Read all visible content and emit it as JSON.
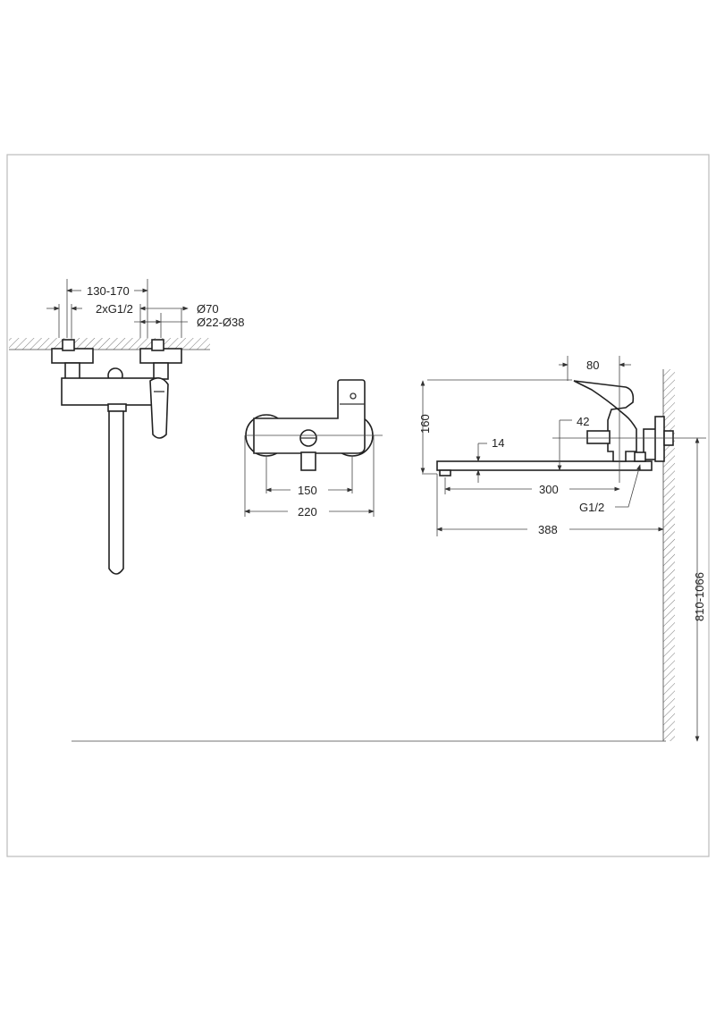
{
  "drawing": {
    "front_view": {
      "dims": {
        "spacing": "130-170",
        "inlets": "2xG1/2",
        "rosette": "Ø70",
        "pipe": "Ø22-Ø38"
      }
    },
    "top_view": {
      "dims": {
        "inner": "150",
        "outer": "220"
      }
    },
    "side_view": {
      "dims": {
        "handle": "80",
        "height": "160",
        "outlet": "42",
        "spout_thickness": "14",
        "spout_reach": "300",
        "thread": "G1/2",
        "total_reach": "388",
        "mount_height": "810-1066"
      }
    }
  },
  "colors": {
    "line": "#333333",
    "background": "#ffffff",
    "frame": "#bbbbbb"
  }
}
